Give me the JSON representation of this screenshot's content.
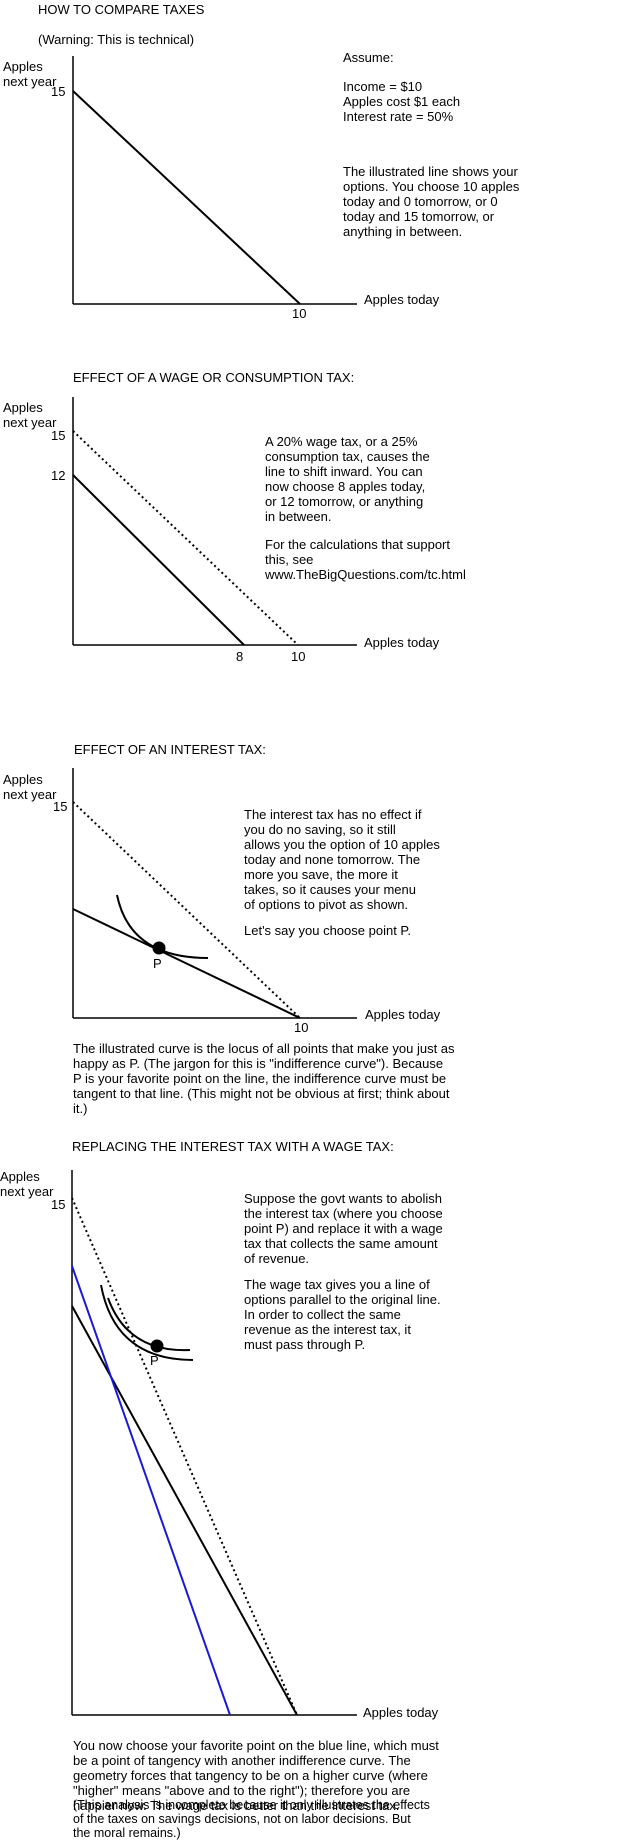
{
  "title": "HOW TO COMPARE TAXES",
  "warning": "(Warning:  This is technical)",
  "axis": {
    "y_line1": "Apples",
    "y_line2": "next year",
    "x": "Apples today"
  },
  "section1": {
    "assume_title": "Assume:",
    "assume_lines": "Income = $10\nApples cost $1 each\nInterest rate = 50%",
    "text": "The illustrated line shows your\noptions.  You choose 10 apples\ntoday and 0 tomorrow, or 0\ntoday and 15 tomorrow, or\nanything in between.",
    "y_tick": "15",
    "x_tick": "10"
  },
  "section2": {
    "heading": "EFFECT OF A WAGE OR CONSUMPTION TAX:",
    "text": "A 20% wage tax, or a 25%\nconsumption tax, causes the\nline to shift inward.  You can\nnow choose 8 apples today,\nor 12 tomorrow, or anything\nin between.",
    "text2": "For the calculations that support\nthis, see\nwww.TheBigQuestions.com/tc.html",
    "y_tick_15": "15",
    "y_tick_12": "12",
    "x_tick_8": "8",
    "x_tick_10": "10"
  },
  "section3": {
    "heading": "EFFECT OF AN INTEREST TAX:",
    "text": "The interest tax has no effect if\nyou do no saving, so it still\nallows you the option of 10 apples\ntoday and none tomorrow.  The\nmore you save, the more it\ntakes, so it causes your menu\nof options to pivot as shown.",
    "text2": "Let's say you choose point P.",
    "point_label": "P",
    "y_tick": "15",
    "x_tick": "10",
    "caption": "The illustrated curve is the locus of all points that make you just as\nhappy as P.  (The jargon for this is \"indifference curve\").  Because\nP is your favorite point on the line, the indifference curve must be\ntangent to that line.  (This might not be obvious at first; think about\nit.)"
  },
  "section4": {
    "heading": "REPLACING THE INTEREST TAX WITH A WAGE TAX:",
    "text": "Suppose the govt wants to abolish\nthe interest tax (where you choose\npoint P) and replace it with a wage\ntax that collects the same amount\nof revenue.",
    "text2": "The wage tax gives you a line of\noptions parallel to the original line.\nIn order to collect the same\nrevenue as the interest tax, it\nmust pass through P.",
    "point_label": "P",
    "y_tick": "15",
    "caption": "You now choose your favorite point on the blue line, which must\nbe a point of tangency with another indifference curve.  The\ngeometry forces that tangency to be on a higher curve (where\n\"higher\" means \"above and to the right\"); therefore you are\nhappier now.  The wage tax is better than the interest tax.",
    "caption2": "(This analysis is incomplete because it only illustrates the effects\nof the taxes on savings decisions, not on labor decisions.  But\nthe moral remains.)",
    "blue_color": "#1a1ad6"
  }
}
